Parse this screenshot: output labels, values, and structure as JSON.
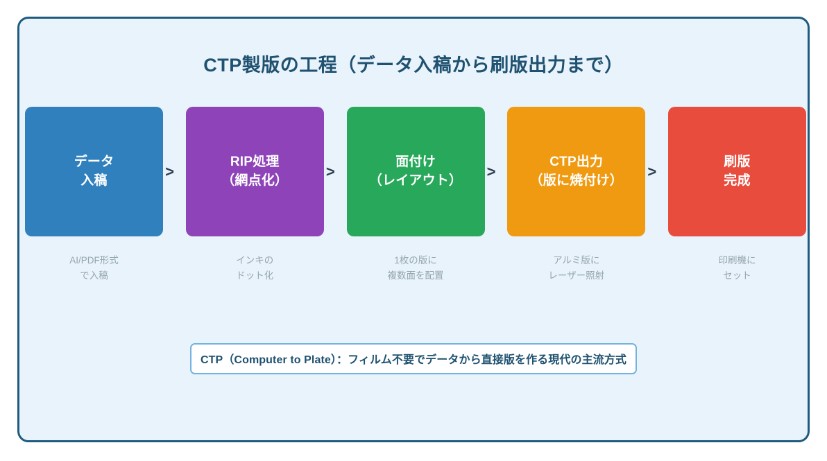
{
  "diagram": {
    "title": "CTP製版の工程（データ入稿から刷版出力まで）",
    "panel_border_color": "#1f5b80",
    "panel_background_color": "#e9f3fb",
    "title_color": "#1f5170",
    "caption_color": "#94a5ad",
    "arrow_glyph": ">",
    "arrow_color": "#2c3e50",
    "steps": [
      {
        "label": "データ\n入稿",
        "caption": "AI/PDF形式\nで入稿",
        "color": "#2f80bd",
        "has_arrow": true
      },
      {
        "label": "RIP処理\n（網点化）",
        "caption": "インキの\nドット化",
        "color": "#8e44b8",
        "has_arrow": true
      },
      {
        "label": "面付け\n（レイアウト）",
        "caption": "1枚の版に\n複数面を配置",
        "color": "#27a85a",
        "has_arrow": true
      },
      {
        "label": "CTP出力\n（版に焼付け）",
        "caption": "アルミ版に\nレーザー照射",
        "color": "#f09a11",
        "has_arrow": true
      },
      {
        "label": "刷版\n完成",
        "caption": "印刷機に\nセット",
        "color": "#e84c3d",
        "has_arrow": false
      }
    ],
    "footnote": {
      "text": "CTP（Computer to Plate）：フィルム不要でデータから直接版を作る現代の主流方式",
      "border_color": "#72b3e0",
      "background_color": "#ffffff",
      "text_color": "#1f5170"
    }
  }
}
